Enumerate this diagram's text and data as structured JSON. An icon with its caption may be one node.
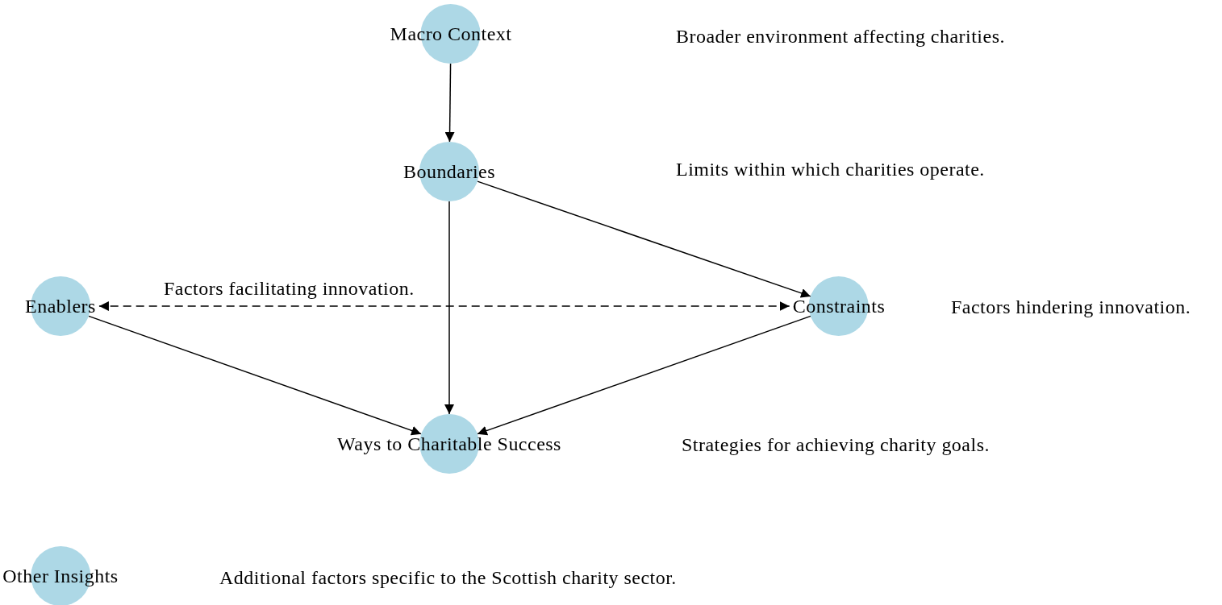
{
  "diagram": {
    "nodes": [
      {
        "text": [
          "Macro Context"
        ]
      },
      {
        "text": [
          "Boundaries"
        ]
      },
      {
        "text": [
          "Enablers"
        ]
      },
      {
        "text": [
          "Constraints"
        ]
      },
      {
        "text": [
          "Ways to Charitable Success"
        ]
      },
      {
        "text": [
          "Other Insights"
        ]
      }
    ],
    "edges": [
      {
        "from": 0,
        "to": 1,
        "arrow": "to"
      },
      {
        "from": 1,
        "to": 3,
        "arrow": "to"
      },
      {
        "from": 1,
        "to": 4,
        "arrow": "to"
      },
      {
        "from": 3,
        "to": 2,
        "arrow": "both",
        "style": "dashed"
      },
      {
        "from": 2,
        "to": 4,
        "arrow": "to"
      },
      {
        "from": 3,
        "to": 4,
        "arrow": "to"
      }
    ],
    "labels": [
      "Broader environment affecting charities.",
      "Limits within which charities operate.",
      "Factors facilitating innovation.",
      "Factors hindering innovation.",
      "Strategies for achieving charity goals.",
      "Additional factors specific to the Scottish charity sector."
    ]
  }
}
